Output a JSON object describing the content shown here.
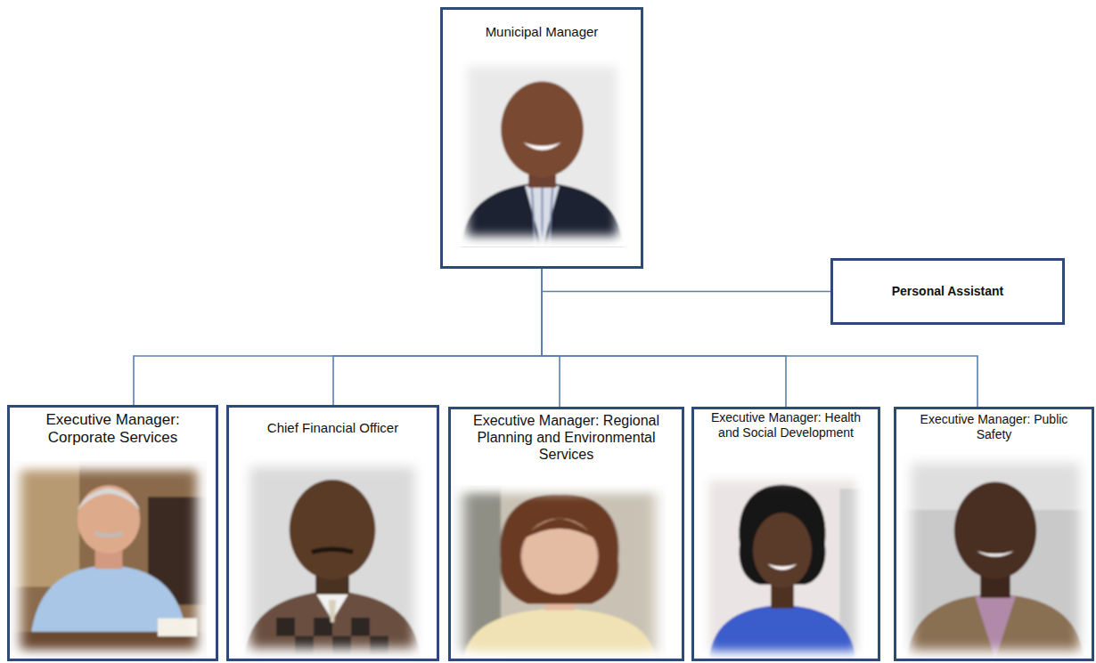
{
  "diagram": {
    "nodes": [
      {
        "text": [
          "Municipal Manager"
        ]
      },
      {
        "text": [
          "Personal Assistant"
        ]
      },
      {
        "text": [
          "Executive Manager: Corporate Services"
        ]
      },
      {
        "text": [
          "Chief Financial Officer"
        ]
      },
      {
        "text": [
          "Executive Manager: Regional Planning and Environmental Services"
        ]
      },
      {
        "text": [
          "Executive Manager: Health and Social Development"
        ]
      },
      {
        "text": [
          "Executive Manager: Public Safety"
        ]
      }
    ],
    "edges": [
      {
        "from": 0,
        "to": 1,
        "arrow": "none"
      },
      {
        "from": 0,
        "to": 2,
        "arrow": "none"
      },
      {
        "from": 0,
        "to": 3,
        "arrow": "none"
      },
      {
        "from": 0,
        "to": 4,
        "arrow": "none"
      },
      {
        "from": 0,
        "to": 5,
        "arrow": "none"
      },
      {
        "from": 0,
        "to": 6,
        "arrow": "none"
      }
    ]
  }
}
